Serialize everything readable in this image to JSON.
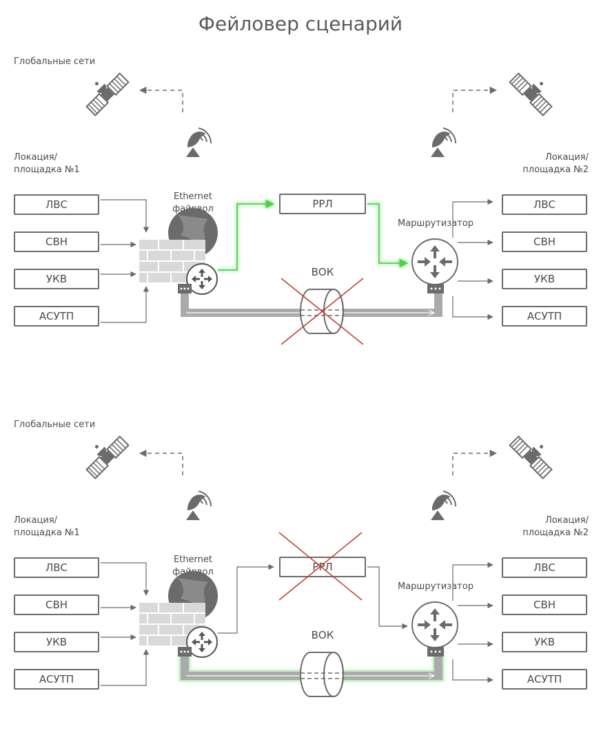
{
  "title": "Фейловер сценарий",
  "scenarios": [
    {
      "global_label": "Глобальные сети",
      "site1_label": "Локация/\nплощадка №1",
      "site2_label": "Локация/\nплощадка №2",
      "firewall_label": "Ethernet\nфайрвол",
      "router_label": "Маршрутизатор",
      "rrl_label": "РРЛ",
      "vok_label": "ВОК",
      "left_boxes": [
        "ЛВС",
        "СВН",
        "УКВ",
        "АСУТП"
      ],
      "right_boxes": [
        "ЛВС",
        "СВН",
        "УКВ",
        "АСУТП"
      ],
      "active_link": "РРЛ",
      "failed_link": "ВОК"
    },
    {
      "global_label": "Глобальные сети",
      "site1_label": "Локация/\nплощадка №1",
      "site2_label": "Локация/\nплощадка №2",
      "firewall_label": "Ethernet\nфайрвол",
      "router_label": "Маршрутизатор",
      "rrl_label": "РРЛ",
      "vok_label": "ВОК",
      "left_boxes": [
        "ЛВС",
        "СВН",
        "УКВ",
        "АСУТП"
      ],
      "right_boxes": [
        "ЛВС",
        "СВН",
        "УКВ",
        "АСУТП"
      ],
      "active_link": "ВОК",
      "failed_link": "РРЛ"
    }
  ],
  "colors": {
    "line": "#6b6b6b",
    "active": "#4cd44c",
    "cross": "#c0392b",
    "cable": "#aaaaaa"
  }
}
